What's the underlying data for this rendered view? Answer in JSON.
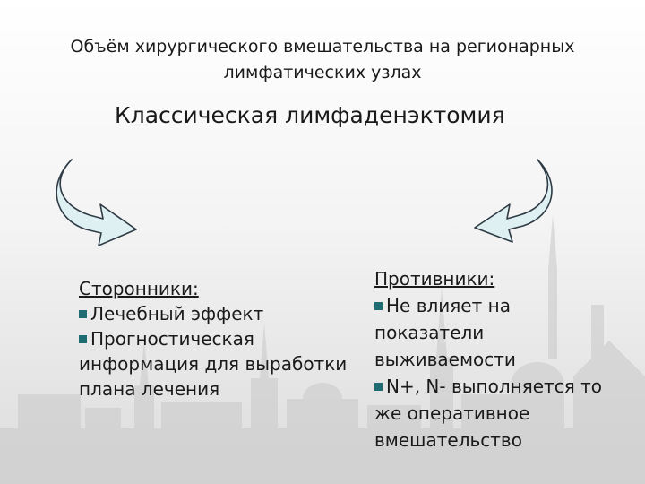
{
  "slide": {
    "title_line1": "Объём хирургического вмешательства на регионарных",
    "title_line2": "лимфатических узлах",
    "subtitle": "Классическая лимфаденэктомия"
  },
  "supporters": {
    "heading": "Сторонники:",
    "items": [
      "Лечебный эффект",
      "Прогностическая информация для выработки плана лечения"
    ]
  },
  "opponents": {
    "heading": "Противники:",
    "items": [
      "Не влияет на показатели выживаемости",
      "N+, N- выполняется то же оперативное вмешательство"
    ]
  },
  "colors": {
    "bullet": "#1f6d73",
    "arrow_fill": "#dff0f3",
    "arrow_stroke": "#2e3a44"
  },
  "icons": {
    "left_arrow": "curved-arrow-down-right-icon",
    "right_arrow": "curved-arrow-down-left-icon",
    "bullet": "square-bullet-icon"
  }
}
